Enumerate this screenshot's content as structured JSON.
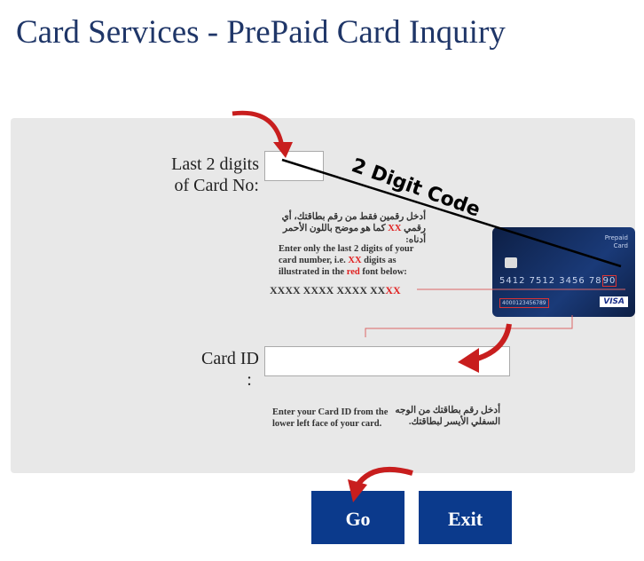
{
  "title": "Card Services - PrePaid Card Inquiry",
  "last2": {
    "label_line1": "Last 2 digits",
    "label_line2": "of Card No:",
    "value": ""
  },
  "instructions_ar": {
    "line1": "أدخل رقمين فقط من رقم بطاقتك، أي",
    "line2_pre": "رقمي ",
    "line2_xx": "XX",
    "line2_post": " كما هو موضح باللون الأحمر أدناه:"
  },
  "instructions_en": {
    "line1": "Enter only the last 2 digits of your",
    "line2_pre": "card number, i.e. ",
    "line2_xx": "XX",
    "line2_post": " digits as",
    "line3_pre": "illustrated in the ",
    "line3_red": "red",
    "line3_post": " font below:",
    "mask_black": "XXXX XXXX XXXX XX",
    "mask_red": "XX"
  },
  "annotation": "2 Digit Code",
  "card": {
    "brand_line1": "Prepaid",
    "brand_line2": "Card",
    "number_main": "5412 7512 3456 78",
    "number_last": "90",
    "card_id": "4000123456789",
    "network": "VISA"
  },
  "cardid": {
    "label": "Card ID",
    "label_colon": ":",
    "value": ""
  },
  "cardid_help_en": {
    "line1": "Enter your Card ID from the",
    "line2": "lower left face of your card."
  },
  "cardid_help_ar": {
    "line1": "أدخل رقم بطاقتك من الوجه",
    "line2": "السفلي الأيسر لبطاقتك."
  },
  "buttons": {
    "go": "Go",
    "exit": "Exit"
  },
  "colors": {
    "navy": "#0b3a8c",
    "title": "#1f3668",
    "panel": "#e8e8e8",
    "accent_red": "#c81e1e"
  }
}
